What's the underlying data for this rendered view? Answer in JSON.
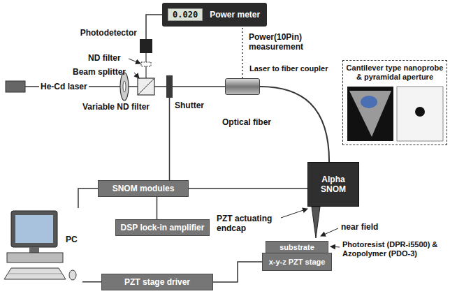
{
  "diagram": {
    "nodes": [
      {
        "text": [
          "0.020",
          "Power meter"
        ]
      },
      {
        "text": [
          "Photodetector"
        ]
      },
      {
        "text": [
          "Laser to fiber coupler"
        ]
      },
      {
        "text": [
          "Shutter"
        ]
      },
      {
        "text": [
          "Cantilever type nanoprobe & pyramidal aperture"
        ]
      },
      {
        "text": [
          "Alpha SNOM"
        ]
      },
      {
        "text": [
          "SNOM modules"
        ]
      },
      {
        "text": [
          "DSP lock-in amplifier"
        ]
      },
      {
        "text": [
          "PC"
        ]
      },
      {
        "text": [
          "PZT stage driver"
        ]
      },
      {
        "text": [
          "substrate"
        ]
      },
      {
        "text": [
          "x-y-z PZT stage"
        ]
      }
    ],
    "edges": [
      {
        "from": 1,
        "to": 0,
        "arrow": "none"
      },
      {
        "from": 2,
        "to": 0,
        "arrow": "none"
      },
      {
        "from": 2,
        "to": 5,
        "arrow": "none"
      },
      {
        "from": 3,
        "to": 6,
        "arrow": "none"
      },
      {
        "from": 6,
        "to": 5,
        "arrow": "none"
      },
      {
        "from": 6,
        "to": 7,
        "arrow": "none"
      },
      {
        "from": 8,
        "to": 6,
        "arrow": "none"
      },
      {
        "from": 8,
        "to": 9,
        "arrow": "none"
      },
      {
        "from": 9,
        "to": 11,
        "arrow": "none"
      }
    ],
    "labels": [
      "ND filter",
      "Beam splitter",
      "He-Cd laser",
      "Variable ND filter",
      "Power(10Pin) measurement",
      "Optical fiber",
      "PZT actuating endcap",
      "near field",
      "Photoresist (DPR-i5500) & Azopolymer (PDO-3)"
    ]
  }
}
